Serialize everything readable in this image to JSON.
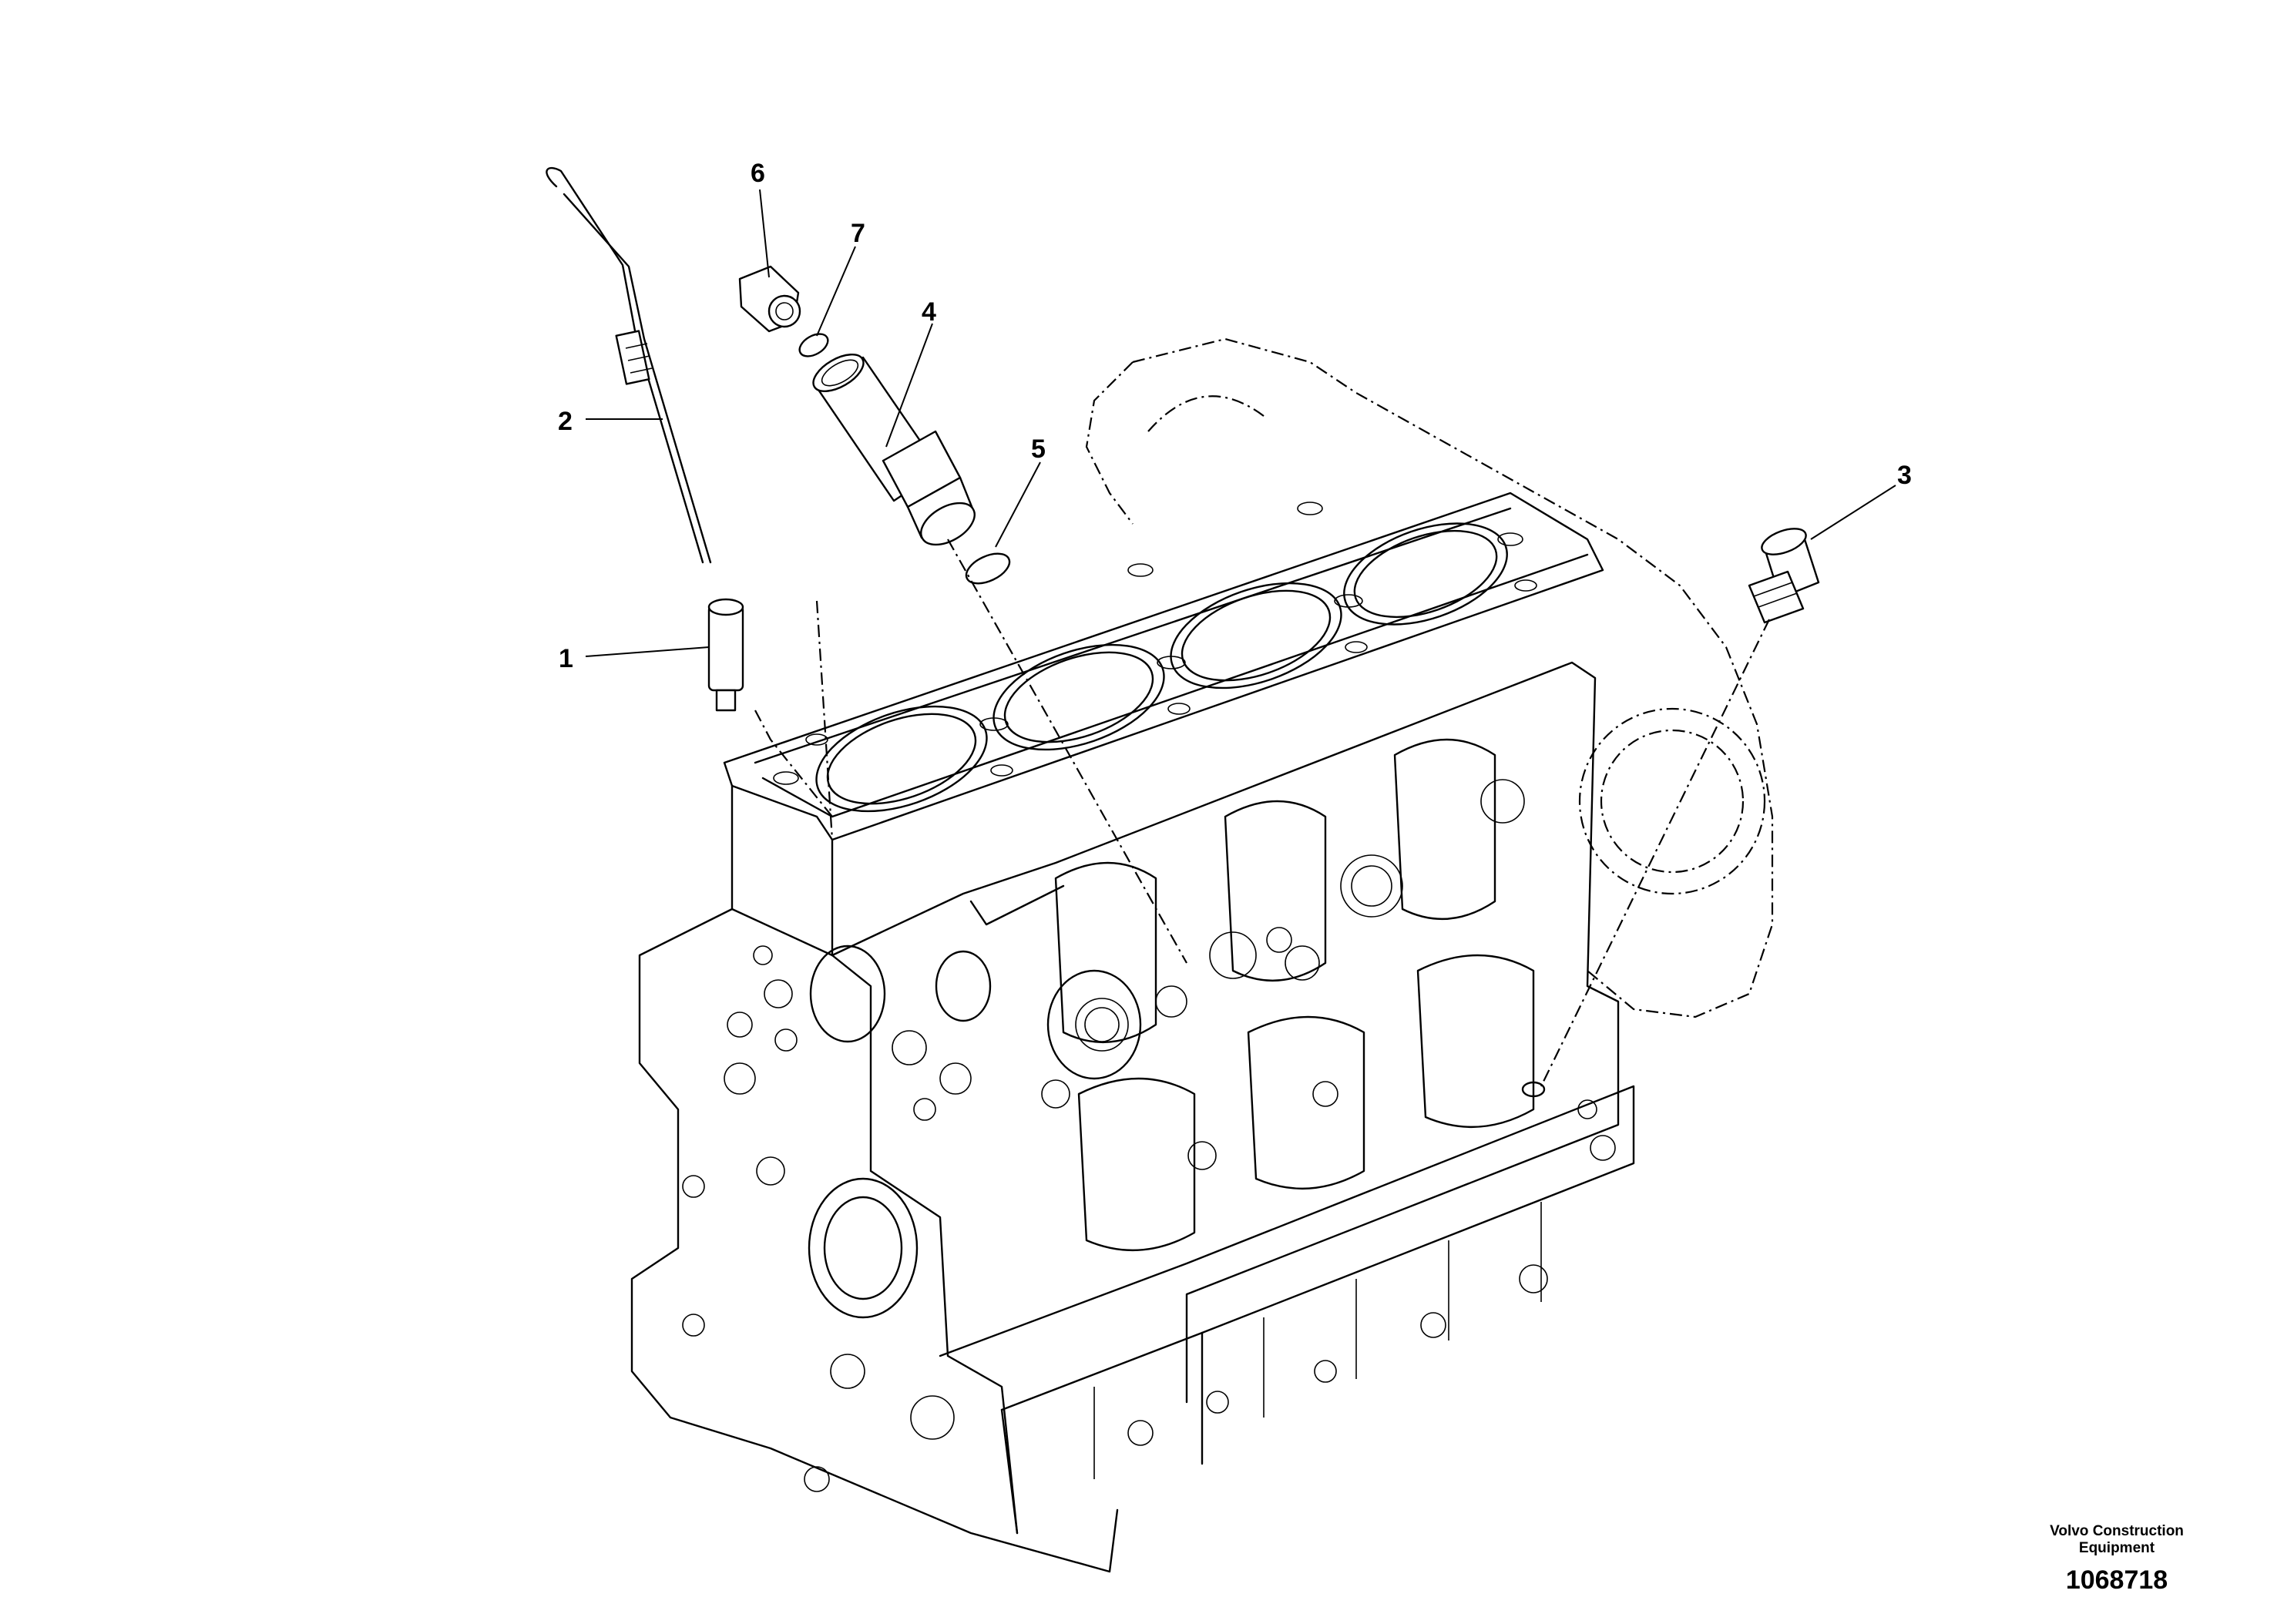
{
  "callouts": [
    {
      "id": "1",
      "label": "1"
    },
    {
      "id": "2",
      "label": "2"
    },
    {
      "id": "3",
      "label": "3"
    },
    {
      "id": "4",
      "label": "4"
    },
    {
      "id": "5",
      "label": "5"
    },
    {
      "id": "6",
      "label": "6"
    },
    {
      "id": "7",
      "label": "7"
    }
  ],
  "credit": {
    "line1": "Volvo Construction",
    "line2": "Equipment",
    "number": "1068718"
  }
}
